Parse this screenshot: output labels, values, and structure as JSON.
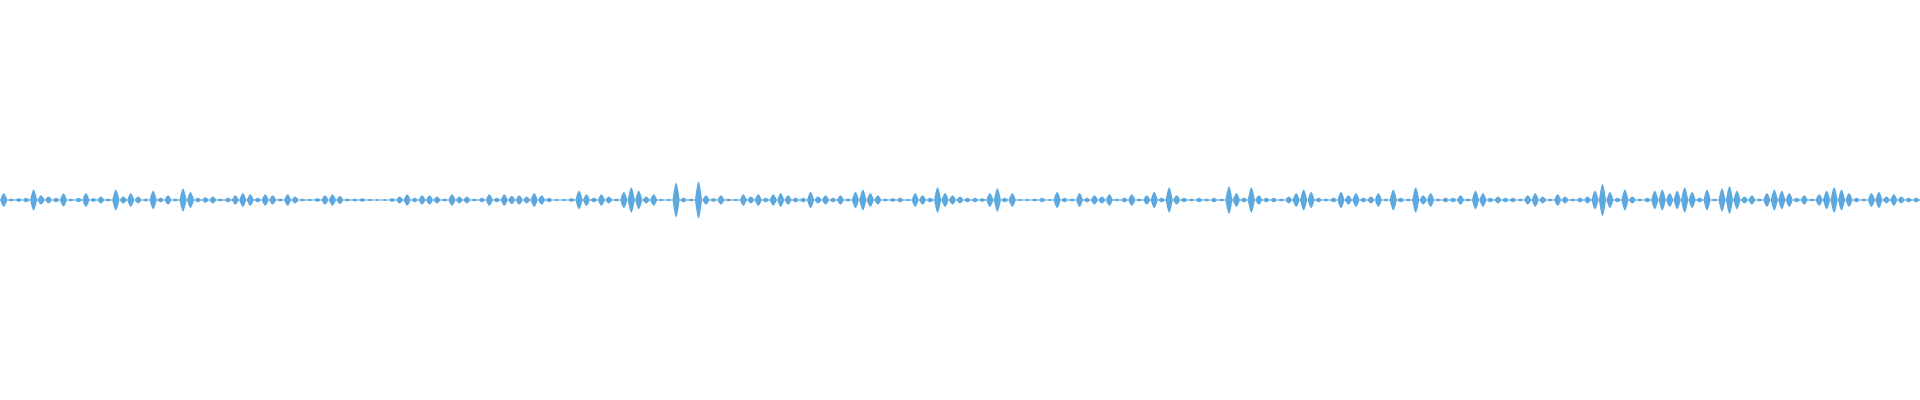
{
  "waveform": {
    "color": "#5DA9DF",
    "background": "#FFFFFF",
    "amplitudes": [
      0.3,
      0.06,
      0.08,
      0.1,
      0.45,
      0.2,
      0.15,
      0.1,
      0.28,
      0.06,
      0.1,
      0.3,
      0.08,
      0.15,
      0.06,
      0.45,
      0.15,
      0.3,
      0.15,
      0.06,
      0.4,
      0.1,
      0.2,
      0.06,
      0.5,
      0.35,
      0.1,
      0.12,
      0.15,
      0.06,
      0.1,
      0.2,
      0.3,
      0.25,
      0.1,
      0.25,
      0.2,
      0.06,
      0.25,
      0.15,
      0.06,
      0.05,
      0.08,
      0.2,
      0.25,
      0.18,
      0.06,
      0.06,
      0.08,
      0.05,
      0.04,
      0.03,
      0.08,
      0.15,
      0.25,
      0.1,
      0.2,
      0.2,
      0.15,
      0.06,
      0.25,
      0.15,
      0.15,
      0.06,
      0.1,
      0.25,
      0.1,
      0.25,
      0.18,
      0.2,
      0.15,
      0.3,
      0.2,
      0.1,
      0.05,
      0.05,
      0.08,
      0.4,
      0.25,
      0.1,
      0.25,
      0.15,
      0.06,
      0.35,
      0.55,
      0.4,
      0.15,
      0.25,
      0.05,
      0.05,
      0.75,
      0.1,
      0.06,
      0.8,
      0.2,
      0.08,
      0.2,
      0.06,
      0.05,
      0.25,
      0.15,
      0.25,
      0.1,
      0.25,
      0.3,
      0.2,
      0.1,
      0.1,
      0.35,
      0.15,
      0.2,
      0.1,
      0.2,
      0.06,
      0.35,
      0.45,
      0.3,
      0.2,
      0.06,
      0.08,
      0.1,
      0.05,
      0.3,
      0.2,
      0.1,
      0.55,
      0.3,
      0.2,
      0.15,
      0.1,
      0.1,
      0.08,
      0.3,
      0.5,
      0.1,
      0.3,
      0.05,
      0.05,
      0.06,
      0.1,
      0.04,
      0.35,
      0.1,
      0.06,
      0.3,
      0.1,
      0.2,
      0.15,
      0.25,
      0.06,
      0.1,
      0.25,
      0.06,
      0.2,
      0.35,
      0.1,
      0.55,
      0.2,
      0.1,
      0.06,
      0.1,
      0.06,
      0.1,
      0.06,
      0.6,
      0.3,
      0.1,
      0.55,
      0.2,
      0.1,
      0.1,
      0.06,
      0.15,
      0.3,
      0.45,
      0.35,
      0.1,
      0.06,
      0.1,
      0.35,
      0.2,
      0.3,
      0.1,
      0.15,
      0.3,
      0.06,
      0.45,
      0.1,
      0.06,
      0.55,
      0.2,
      0.3,
      0.06,
      0.1,
      0.1,
      0.2,
      0.06,
      0.4,
      0.3,
      0.1,
      0.15,
      0.1,
      0.1,
      0.06,
      0.2,
      0.3,
      0.15,
      0.06,
      0.25,
      0.15,
      0.06,
      0.1,
      0.15,
      0.4,
      0.7,
      0.35,
      0.1,
      0.45,
      0.15,
      0.06,
      0.1,
      0.4,
      0.45,
      0.3,
      0.4,
      0.55,
      0.35,
      0.1,
      0.45,
      0.06,
      0.5,
      0.6,
      0.4,
      0.15,
      0.2,
      0.06,
      0.3,
      0.45,
      0.4,
      0.3,
      0.1,
      0.2,
      0.06,
      0.25,
      0.4,
      0.55,
      0.45,
      0.3,
      0.1,
      0.06,
      0.3,
      0.35,
      0.15,
      0.25,
      0.15,
      0.1,
      0.1
    ]
  }
}
